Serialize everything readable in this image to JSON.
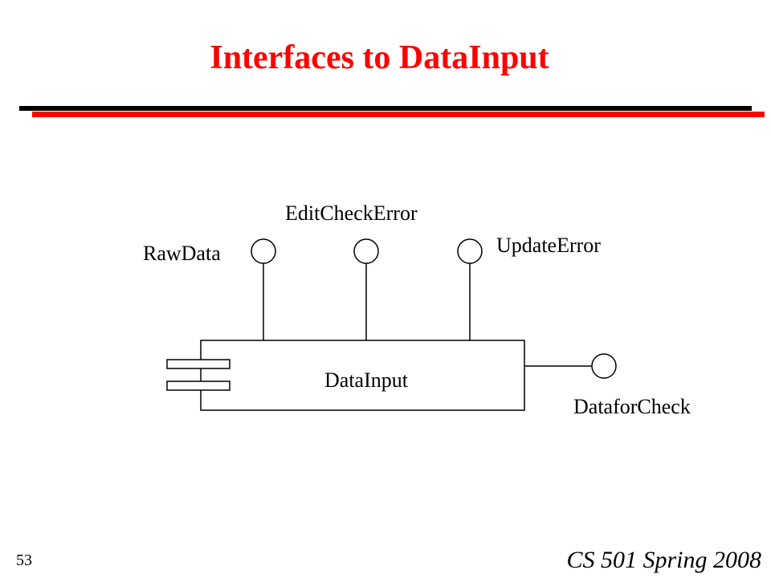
{
  "slide": {
    "title": "Interfaces to DataInput",
    "footer": "CS 501 Spring 2008",
    "page_number": "53"
  },
  "colors": {
    "title": "#ff0000",
    "rule_black": "#000000",
    "rule_red": "#ff0000"
  },
  "diagram": {
    "component_label": "DataInput",
    "interfaces": {
      "raw_data": "RawData",
      "edit_check_error": "EditCheckError",
      "update_error": "UpdateError",
      "data_for_check": "DataforCheck"
    }
  }
}
